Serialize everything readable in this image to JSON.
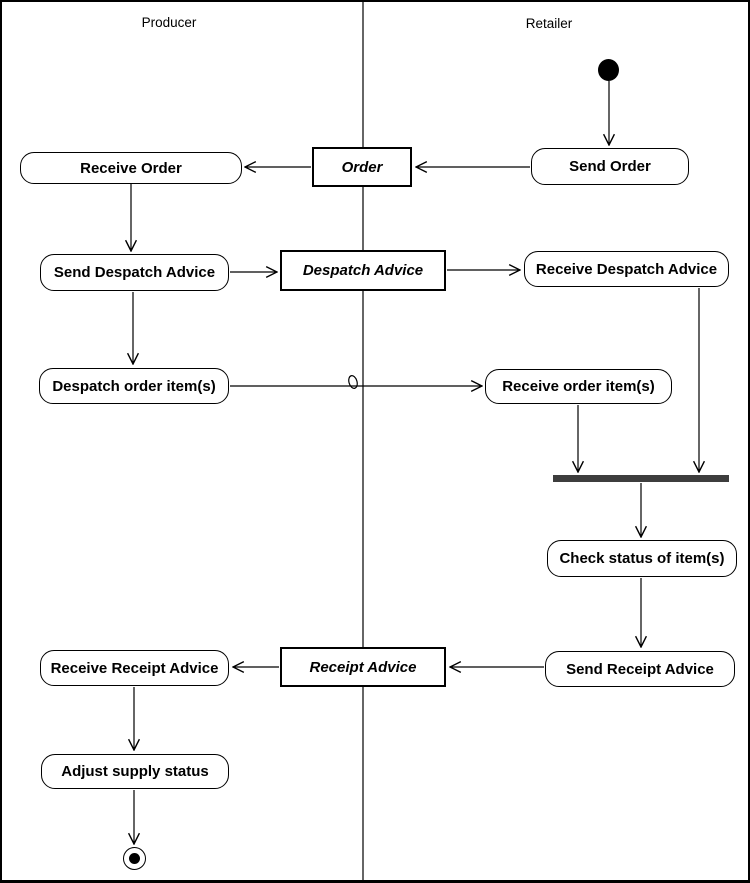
{
  "diagram": {
    "lanes": {
      "producer": "Producer",
      "retailer": "Retailer"
    },
    "actions": {
      "receive_order": "Receive Order",
      "send_order": "Send Order",
      "send_despatch_advice": "Send Despatch Advice",
      "receive_despatch_advice": "Receive Despatch Advice",
      "despatch_order_items": "Despatch order item(s)",
      "receive_order_items": "Receive order item(s)",
      "check_status_of_items": "Check status of item(s)",
      "send_receipt_advice": "Send Receipt Advice",
      "receive_receipt_advice": "Receive Receipt Advice",
      "adjust_supply_status": "Adjust supply status"
    },
    "objects": {
      "order": "Order",
      "despatch_advice": "Despatch Advice",
      "receipt_advice": "Receipt Advice"
    },
    "colors": {
      "stroke": "#000000",
      "node_fill": "#ffffff",
      "join_bar": "#3d3d3d"
    }
  }
}
